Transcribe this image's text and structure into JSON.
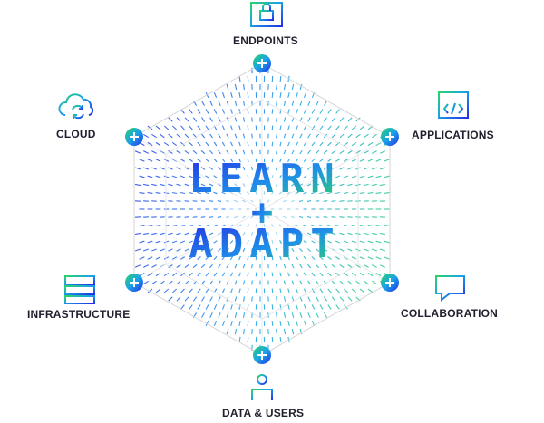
{
  "center": {
    "line1": "LEARN",
    "plus": "+",
    "line2": "ADAPT"
  },
  "nodes": [
    {
      "id": "endpoints",
      "label": "ENDPOINTS",
      "icon": "lock-monitor-icon"
    },
    {
      "id": "applications",
      "label": "APPLICATIONS",
      "icon": "code-window-icon"
    },
    {
      "id": "collaboration",
      "label": "COLLABORATION",
      "icon": "chat-bubble-icon"
    },
    {
      "id": "data-users",
      "label": "DATA & USERS",
      "icon": "user-icon"
    },
    {
      "id": "infrastructure",
      "label": "INFRASTRUCTURE",
      "icon": "server-rack-icon"
    },
    {
      "id": "cloud",
      "label": "CLOUD",
      "icon": "cloud-sync-icon"
    }
  ],
  "colors": {
    "blue": "#2430e6",
    "cyan": "#1aa3e8",
    "green": "#2bd36b",
    "hex_line": "#d4d4d8",
    "text": "#1f1f2e"
  }
}
